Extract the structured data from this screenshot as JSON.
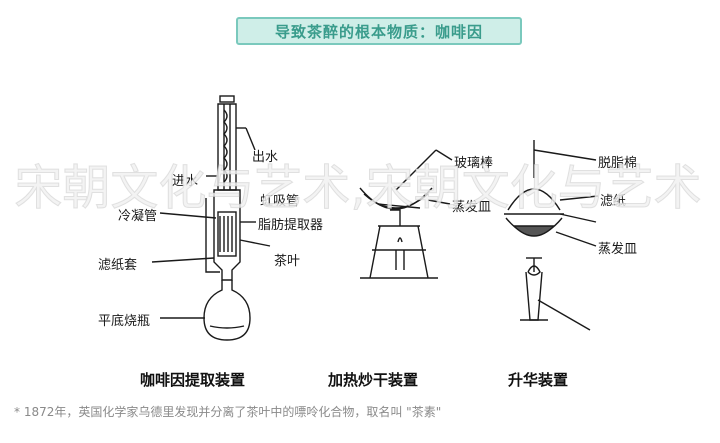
{
  "title": "导致茶醉的根本物质：咖啡因",
  "labels": {
    "condenser_out": "出水",
    "condenser_in": "进水",
    "condenser_tube": "冷凝管",
    "siphon_tube": "虹吸管",
    "filter_sleeve": "滤纸套",
    "flask": "平底烧瓶",
    "fat_extractor": "脂肪提取器",
    "tea_leaf": "茶叶",
    "glass_rod": "玻璃棒",
    "evaporating_dish": "蒸发皿",
    "cotton": "脱脂棉",
    "filter_paper": "滤纸",
    "evaporating_dish_2": "蒸发皿"
  },
  "captions": {
    "extraction": "咖啡因提取装置",
    "roasting": "加热炒干装置",
    "sublimation": "升华装置"
  },
  "watermark": "宋朝文化与艺术,宋朝文化与艺术",
  "footnote": "* 1872年，英国化学家乌德里发现并分离了茶叶中的嘌呤化合物，取名叫 \"茶素\""
}
